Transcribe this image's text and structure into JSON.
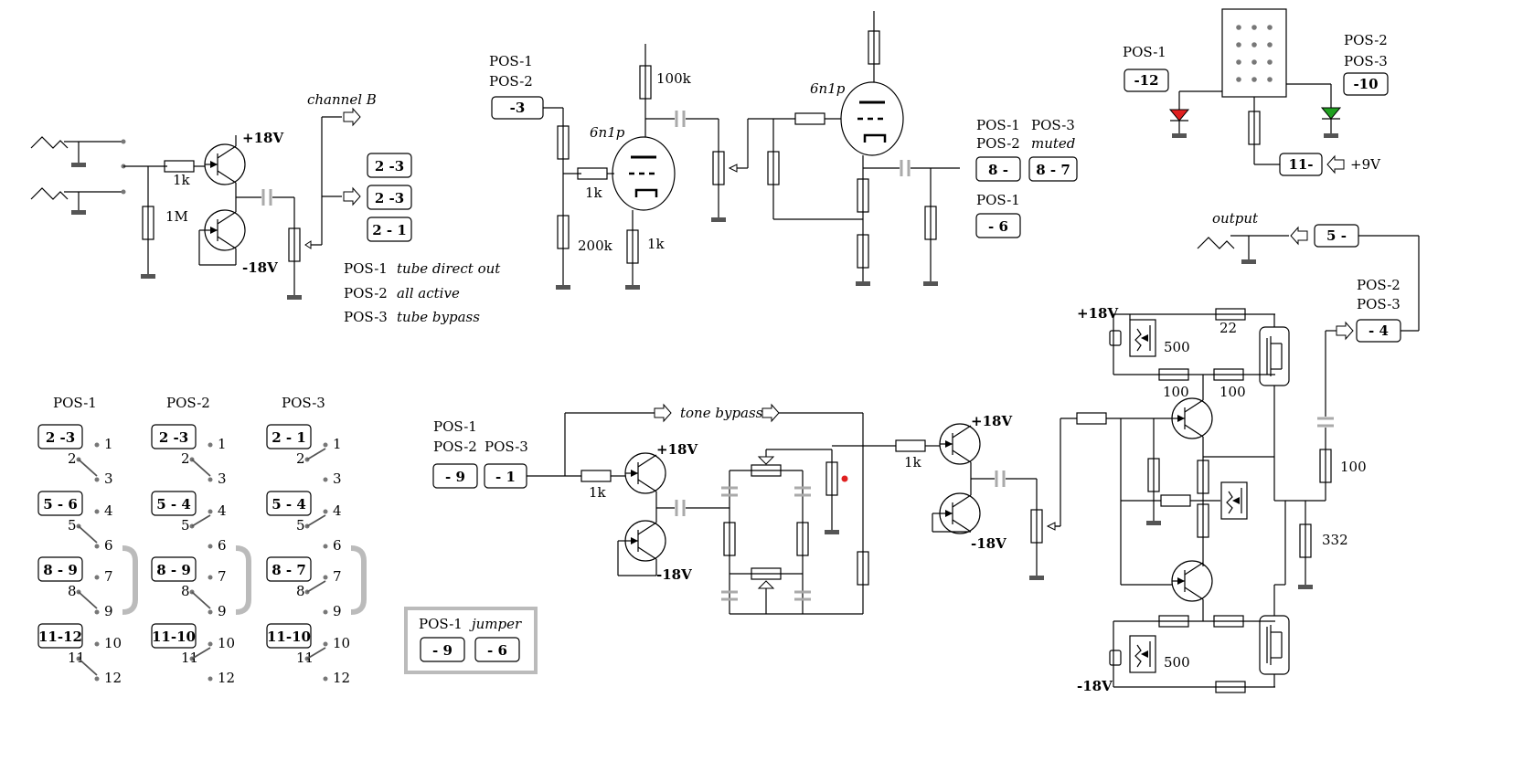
{
  "channel_b": "channel B",
  "tone_bypass": "tone bypass",
  "output": "output",
  "jumper": "jumper",
  "muted": "muted",
  "tube": "6n1p",
  "rails": {
    "pos18": "+18V",
    "neg18": "-18V",
    "pos9": "+9V"
  },
  "resistors": {
    "r1k": "1k",
    "r1m": "1M",
    "r100k": "100k",
    "r200k": "200k",
    "r22": "22",
    "r500": "500",
    "r100": "100",
    "r332": "332"
  },
  "pos_modes": [
    {
      "pos": "POS-1",
      "desc": "tube direct out"
    },
    {
      "pos": "POS-2",
      "desc": "all active"
    },
    {
      "pos": "POS-3",
      "desc": "tube bypass"
    }
  ],
  "pos_labels": [
    "POS-1",
    "POS-2",
    "POS-3"
  ],
  "top_boxes": {
    "b1": "2 -3",
    "b2": "2 -3",
    "b3": "2 - 1"
  },
  "tube_in_box": "-3",
  "tube_out_boxes": {
    "a": "8 -",
    "b": "8 - 7",
    "c": "- 6"
  },
  "led_boxes": {
    "left": "-12",
    "right": "-10",
    "supply": "11-"
  },
  "out_boxes": {
    "a": "5 -",
    "b": "- 4"
  },
  "tone_boxes": {
    "a": "- 9",
    "b": "- 1"
  },
  "jumper_boxes": {
    "a": "- 9",
    "b": "- 6"
  },
  "switch_tables": [
    {
      "pos": "POS-1",
      "g1": "2 -3",
      "g2": "5 - 6",
      "g3": "8 - 9",
      "g4": "11-12"
    },
    {
      "pos": "POS-2",
      "g1": "2 -3",
      "g2": "5 - 4",
      "g3": "8 - 9",
      "g4": "11-10"
    },
    {
      "pos": "POS-3",
      "g1": "2 - 1",
      "g2": "5 - 4",
      "g3": "8 - 7",
      "g4": "11-10"
    }
  ],
  "pins": [
    "1",
    "2",
    "3",
    "4",
    "5",
    "6",
    "7",
    "8",
    "9",
    "10",
    "11",
    "12"
  ]
}
